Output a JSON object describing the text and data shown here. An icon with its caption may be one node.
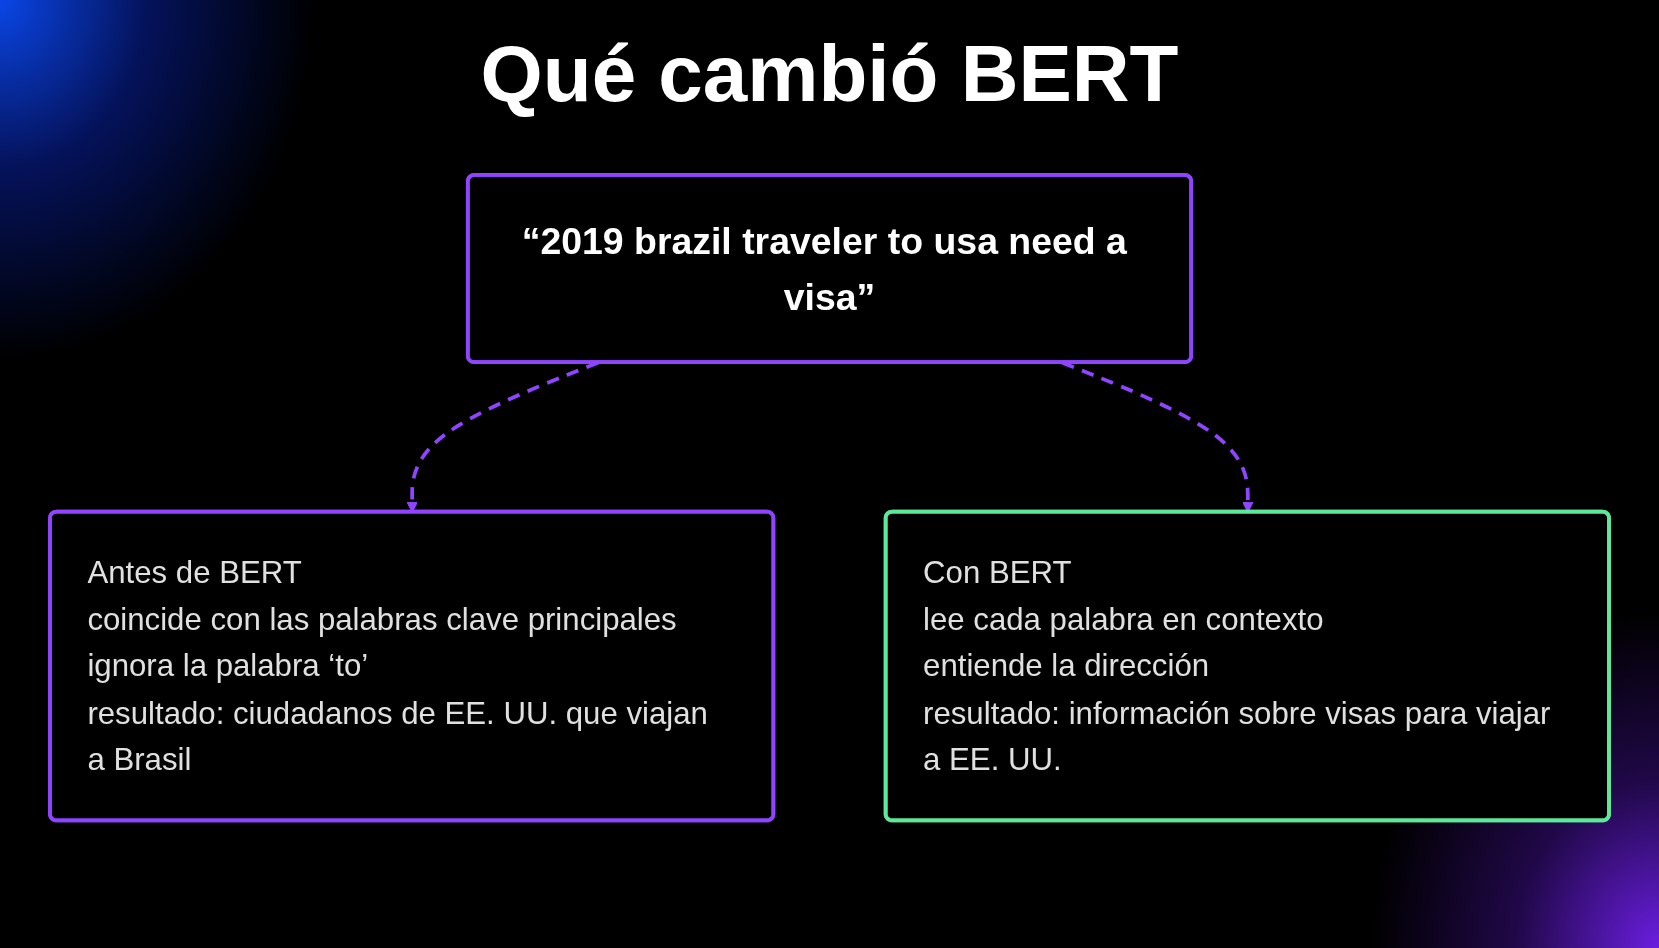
{
  "diagram": {
    "title": "Qué cambió BERT",
    "nodes": [
      {
        "text": [
          "“2019 brazil traveler to usa need a visa”"
        ]
      },
      {
        "text": [
          "Antes de BERT",
          "coincide con las palabras clave principales",
          "ignora la palabra ‘to’",
          "resultado: ciudadanos de EE. UU. que viajan a Brasil"
        ]
      },
      {
        "text": [
          "Con BERT",
          "lee cada palabra en contexto",
          "entiende la dirección",
          "resultado: información sobre visas para viajar a EE. UU."
        ]
      }
    ],
    "edges": [
      {
        "from": 0,
        "to": 1,
        "arrow": "to",
        "style": "dashed"
      },
      {
        "from": 0,
        "to": 2,
        "arrow": "to",
        "style": "dashed"
      }
    ]
  }
}
